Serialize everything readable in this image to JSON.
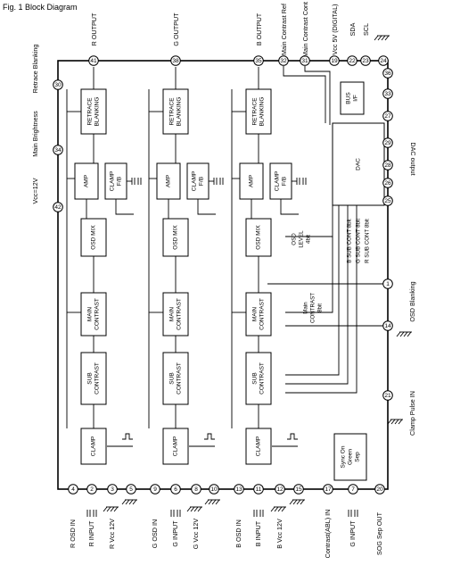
{
  "figure_title": "Fig. 1  Block Diagram",
  "channels": [
    {
      "key": "r",
      "output": "R OUTPUT",
      "output_pin": "41"
    },
    {
      "key": "g",
      "output": "G OUTPUT",
      "output_pin": "38"
    },
    {
      "key": "b",
      "output": "B OUTPUT",
      "output_pin": "35"
    }
  ],
  "block_labels": {
    "retrace": [
      "RETRACE",
      "BLANKING"
    ],
    "amp": [
      "AMP"
    ],
    "clamp_fb": [
      "CLAMP",
      "F/B"
    ],
    "osd_mix": [
      "OSD MIX"
    ],
    "main_contrast": [
      "MAIN",
      "CONTRAST"
    ],
    "sub_contrast": [
      "SUB",
      "CONTRAST"
    ],
    "clamp": [
      "CLAMP"
    ],
    "dac": [
      "DAC"
    ],
    "bus_if": [
      "BUS",
      "I/F"
    ],
    "sync_sep": [
      "Sync On",
      "Green",
      "Sep"
    ]
  },
  "top_pins": [
    {
      "num": "41",
      "label": "R OUTPUT"
    },
    {
      "num": "38",
      "label": "G OUTPUT"
    },
    {
      "num": "35",
      "label": "B OUTPUT"
    },
    {
      "num": "32",
      "label": "Main Contrast Ref"
    },
    {
      "num": "31",
      "label": "Main Contrast Cont"
    },
    {
      "num": "19",
      "label": "Vcc 5V (DIGITAL)"
    },
    {
      "num": "22",
      "label": "SDA"
    },
    {
      "num": "23",
      "label": "SCL"
    },
    {
      "num": "24",
      "label": ""
    }
  ],
  "left_pins": [
    {
      "num": "30",
      "label": "Retrace Blanking"
    },
    {
      "num": "34",
      "label": "Main Brightness"
    },
    {
      "num": "42",
      "label": "Vcc=12V"
    }
  ],
  "right_pins": [
    {
      "num": "36"
    },
    {
      "num": "33"
    },
    {
      "num": "27"
    },
    {
      "num": "29"
    },
    {
      "num": "28"
    },
    {
      "num": "26"
    },
    {
      "num": "25"
    },
    {
      "num": "1",
      "label": "OSD Blanking"
    },
    {
      "num": "14"
    },
    {
      "num": "21",
      "label": "Clamp Pulse IN"
    }
  ],
  "dac_output_label": "DAC output",
  "bottom_pins": [
    {
      "num": "4",
      "label": "R OSD IN"
    },
    {
      "num": "2",
      "label": "R INPUT"
    },
    {
      "num": "3",
      "label": "R Vcc 12V"
    },
    {
      "num": "5",
      "label": ""
    },
    {
      "num": "9",
      "label": "G OSD IN"
    },
    {
      "num": "6",
      "label": "G INPUT"
    },
    {
      "num": "8",
      "label": "G Vcc 12V"
    },
    {
      "num": "10",
      "label": ""
    },
    {
      "num": "13",
      "label": "B OSD IN"
    },
    {
      "num": "11",
      "label": "B INPUT"
    },
    {
      "num": "12",
      "label": "B Vcc 12V"
    },
    {
      "num": "15",
      "label": ""
    },
    {
      "num": "17",
      "label": "Contrast(ABL) IN"
    },
    {
      "num": "7",
      "label": "G INPUT"
    },
    {
      "num": "20",
      "label": "SOG Sep OUT"
    }
  ],
  "annotations": {
    "osd_level": [
      "OSD",
      "LEVEL",
      "4bit"
    ],
    "main_contrast_bits": [
      "Main",
      "CONTRAST",
      "8bit"
    ],
    "sub_cont": [
      "B SUB CONT 8bit",
      "G SUB CONT 8bit",
      "R SUB CONT 8bit"
    ]
  }
}
